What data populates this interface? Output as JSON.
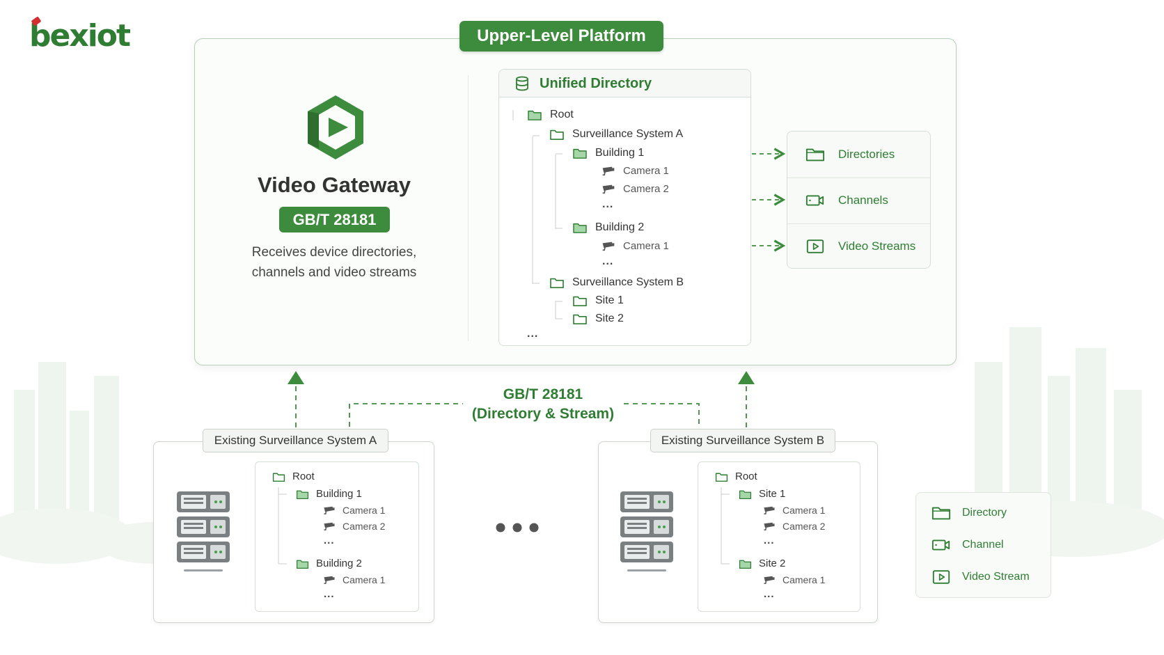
{
  "logo": {
    "text": "bexiot"
  },
  "platform": {
    "title": "Upper-Level Platform"
  },
  "gateway": {
    "title": "Video Gateway",
    "badge": "GB/T 28181",
    "description_line1": "Receives device directories,",
    "description_line2": "channels and video streams"
  },
  "unified_directory": {
    "title": "Unified Directory",
    "root": "Root",
    "system_a": "Surveillance System A",
    "building1": "Building 1",
    "b1_cam1": "Camera 1",
    "b1_cam2": "Camera 2",
    "ellipsis": "...",
    "building2": "Building 2",
    "b2_cam1": "Camera 1",
    "system_b": "Surveillance System B",
    "site1": "Site 1",
    "site2": "Site 2"
  },
  "outputs": [
    "Directories",
    "Channels",
    "Video Streams"
  ],
  "protocol": {
    "line1": "GB/T 28181",
    "line2": "(Directory & Stream)"
  },
  "system_a": {
    "label": "Existing Surveillance System A",
    "root": "Root",
    "group1": "Building 1",
    "g1_cam1": "Camera 1",
    "g1_cam2": "Camera 2",
    "group2": "Building 2",
    "g2_cam1": "Camera 1",
    "ellipsis": "..."
  },
  "system_b": {
    "label": "Existing Surveillance System B",
    "root": "Root",
    "group1": "Site 1",
    "g1_cam1": "Camera 1",
    "g1_cam2": "Camera 2",
    "group2": "Site 2",
    "g2_cam1": "Camera 1",
    "ellipsis": "..."
  },
  "legend": [
    "Directory",
    "Channel",
    "Video Stream"
  ],
  "colors": {
    "primary_green": "#3d8b3d",
    "text_green": "#2e7d32",
    "border": "#b7cfb7"
  }
}
